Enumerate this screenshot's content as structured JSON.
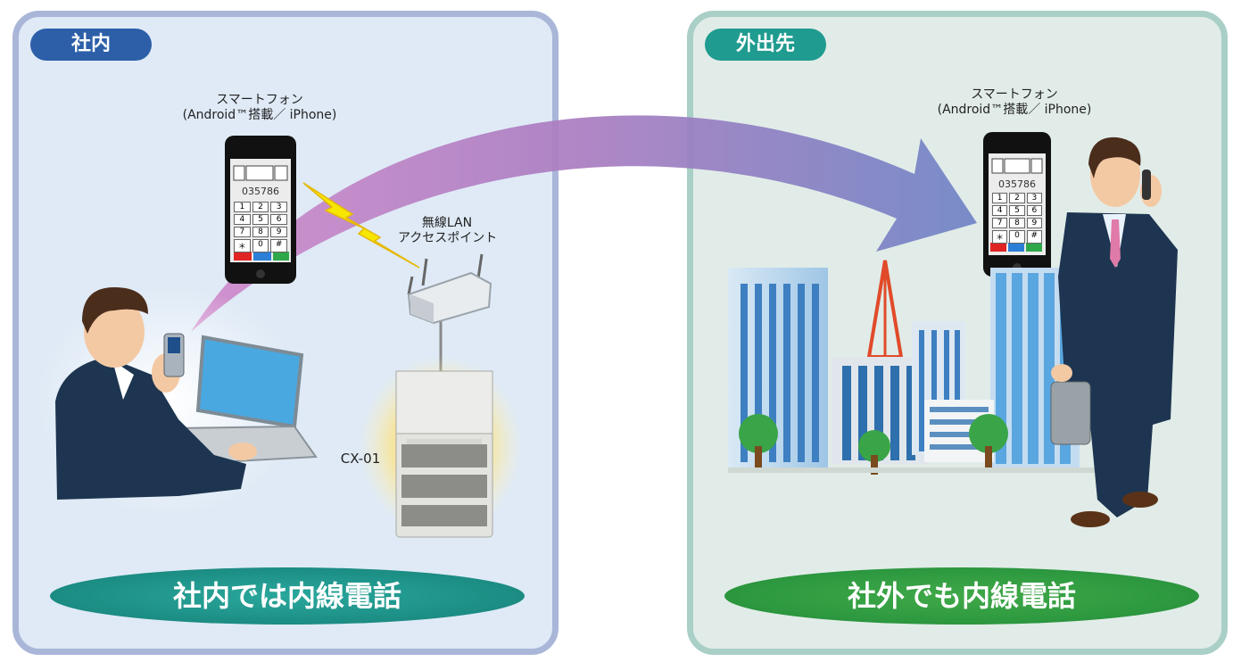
{
  "left": {
    "title": "社内",
    "phone_label_line1": "スマートフォン",
    "phone_label_line2": "(Android™搭載／ iPhone)",
    "ap_label_line1": "無線LAN",
    "ap_label_line2": "アクセスポイント",
    "pbx_label": "CX-01",
    "banner": "社内では内線電話"
  },
  "right": {
    "title": "外出先",
    "phone_label_line1": "スマートフォン",
    "phone_label_line2": "(Android™搭載／ iPhone)",
    "banner": "社外でも内線電話"
  },
  "phone": {
    "number": "035786",
    "keys": [
      "1",
      "2",
      "3",
      "4",
      "5",
      "6",
      "7",
      "8",
      "9",
      "＊",
      "0",
      "#"
    ]
  },
  "colors": {
    "left_panel_border": "#a9b6d8",
    "right_panel_border": "#a9cfc7",
    "arrow_start": "#c77fc2",
    "arrow_end": "#6e82c4"
  }
}
